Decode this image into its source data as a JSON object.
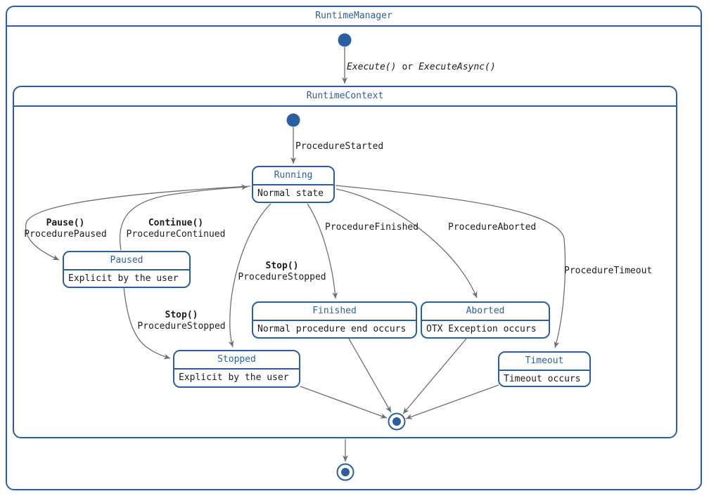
{
  "frames": {
    "outer": {
      "title": "RuntimeManager"
    },
    "inner": {
      "title": "RuntimeContext"
    }
  },
  "states": {
    "running": {
      "name": "Running",
      "desc": "Normal state"
    },
    "paused": {
      "name": "Paused",
      "desc": "Explicit by the user"
    },
    "finished": {
      "name": "Finished",
      "desc": "Normal procedure end occurs"
    },
    "aborted": {
      "name": "Aborted",
      "desc": "OTX Exception occurs"
    },
    "stopped": {
      "name": "Stopped",
      "desc": "Explicit by the user"
    },
    "timeout": {
      "name": "Timeout",
      "desc": "Timeout occurs"
    }
  },
  "transitions": {
    "execute": {
      "part1": "Execute()",
      "part2": "or",
      "part3": "ExecuteAsync()"
    },
    "procedure_started": {
      "event": "ProcedureStarted"
    },
    "pause": {
      "method": "Pause()",
      "event": "ProcedurePaused"
    },
    "continue": {
      "method": "Continue()",
      "event": "ProcedureContinued"
    },
    "stop_from_running": {
      "method": "Stop()",
      "event": "ProcedureStopped"
    },
    "stop_from_paused": {
      "method": "Stop()",
      "event": "ProcedureStopped"
    },
    "procedure_finished": {
      "event": "ProcedureFinished"
    },
    "procedure_aborted": {
      "event": "ProcedureAborted"
    },
    "procedure_timeout": {
      "event": "ProcedureTimeout"
    }
  },
  "colors": {
    "accent": "#2a5fa2",
    "edge": "#6e6e6e",
    "ink": "#1c1c1c"
  }
}
